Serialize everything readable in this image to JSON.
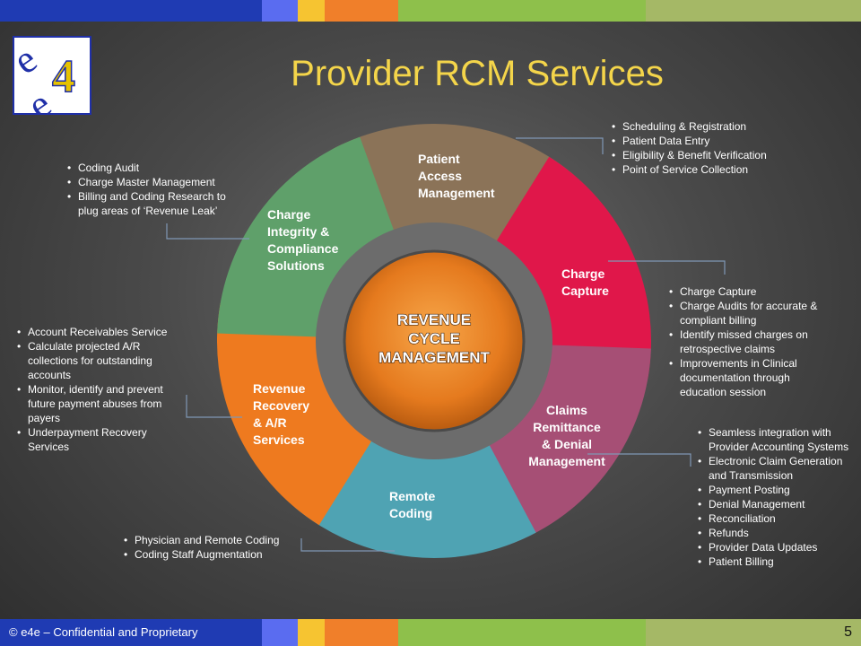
{
  "header": {
    "title": "Provider RCM Services",
    "logo_text": "e4e",
    "bar_colors": [
      "#1f3bb3",
      "#5a6cf0",
      "#f6c431",
      "#f07f2a",
      "#8ec04b",
      "#a5b866"
    ]
  },
  "diagram": {
    "center_label": [
      "REVENUE",
      "CYCLE",
      "MANAGEMENT"
    ],
    "segments": [
      {
        "label": [
          "Patient",
          "Access",
          "Management"
        ],
        "color": "#8b7358"
      },
      {
        "label": [
          "Charge",
          "Capture"
        ],
        "color": "#e0174a"
      },
      {
        "label": [
          "Claims",
          "Remittance",
          "& Denial",
          "Management"
        ],
        "color": "#a64f75"
      },
      {
        "label": [
          "Remote",
          "Coding"
        ],
        "color": "#4fa3b3"
      },
      {
        "label": [
          "Revenue",
          "Recovery",
          "& A/R",
          "Services"
        ],
        "color": "#ee7a1f"
      },
      {
        "label": [
          "Charge",
          "Integrity &",
          "Compliance",
          "Solutions"
        ],
        "color": "#5fa06a"
      }
    ]
  },
  "notes": {
    "patient_access": [
      "Scheduling & Registration",
      "Patient Data Entry",
      "Eligibility & Benefit Verification",
      "Point of Service Collection"
    ],
    "charge_integrity": [
      "Coding  Audit",
      "Charge Master Management",
      "Billing and Coding Research to plug areas of ‘Revenue Leak’"
    ],
    "charge_capture": [
      "Charge Capture",
      "Charge Audits for accurate & compliant billing",
      "Identify missed charges on retrospective claims",
      "Improvements in Clinical documentation through education  session"
    ],
    "revenue_recovery": [
      "Account Receivables Service",
      "Calculate projected A/R collections for outstanding accounts",
      "Monitor, identify and prevent future payment abuses from payers",
      "Underpayment Recovery Services"
    ],
    "claims": [
      "Seamless integration with Provider Accounting Systems",
      "Electronic Claim Generation and Transmission",
      "Payment Posting",
      "Denial Management",
      "Reconciliation",
      "Refunds",
      "Provider Data Updates",
      "Patient Billing"
    ],
    "remote_coding": [
      "Physician and Remote Coding",
      "Coding Staff Augmentation"
    ]
  },
  "footer": {
    "text": "© e4e – Confidential and Proprietary",
    "page_number": "5"
  }
}
